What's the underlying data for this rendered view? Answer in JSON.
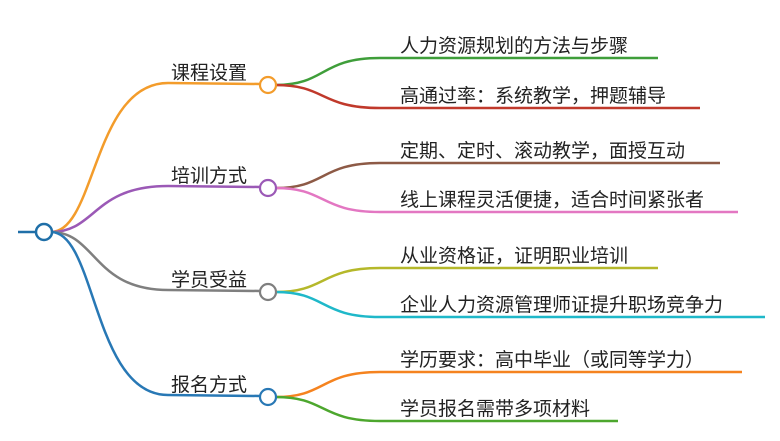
{
  "mindmap": {
    "root": {
      "label": "",
      "color": "#1f6fa8"
    },
    "branches": [
      {
        "label": "课程设置",
        "color": "#f39c2b",
        "children": [
          {
            "label": "人力资源规划的方法与步骤",
            "color": "#3f9e3a"
          },
          {
            "label": "高通过率：系统教学，押题辅导",
            "color": "#c0392b"
          }
        ]
      },
      {
        "label": "培训方式",
        "color": "#9b59b6",
        "children": [
          {
            "label": "定期、定时、滚动教学，面授互动",
            "color": "#8d5a46"
          },
          {
            "label": "线上课程灵活便捷，适合时间紧张者",
            "color": "#e377c2"
          }
        ]
      },
      {
        "label": "学员受益",
        "color": "#7f7f7f",
        "children": [
          {
            "label": "从业资格证，证明职业培训",
            "color": "#b5b82a"
          },
          {
            "label": "企业人力资源管理师证提升职场竞争力",
            "color": "#1fb8c9"
          }
        ]
      },
      {
        "label": "报名方式",
        "color": "#2878b5",
        "children": [
          {
            "label": "学历要求：高中毕业（或同等学力）",
            "color": "#f5831f"
          },
          {
            "label": "学员报名需带多项材料",
            "color": "#4da72e"
          }
        ]
      }
    ]
  }
}
